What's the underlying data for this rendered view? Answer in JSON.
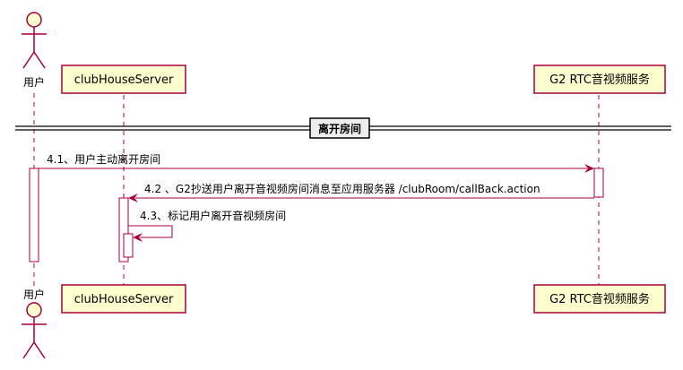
{
  "participants": {
    "user": "用户",
    "server": "clubHouseServer",
    "rtc": "G2 RTC音视频服务"
  },
  "divider": "离开房间",
  "messages": [
    "4.1、用户主动离开房间",
    "4.2 、G2抄送用户离开音视频房间消息至应用服务器 /clubRoom/callBack.action",
    "4.3、标记用户离开音视频房间"
  ],
  "colors": {
    "border": "#A80036",
    "participant_fill": "#FEFECE",
    "divider_fill": "#EEEEEE"
  }
}
